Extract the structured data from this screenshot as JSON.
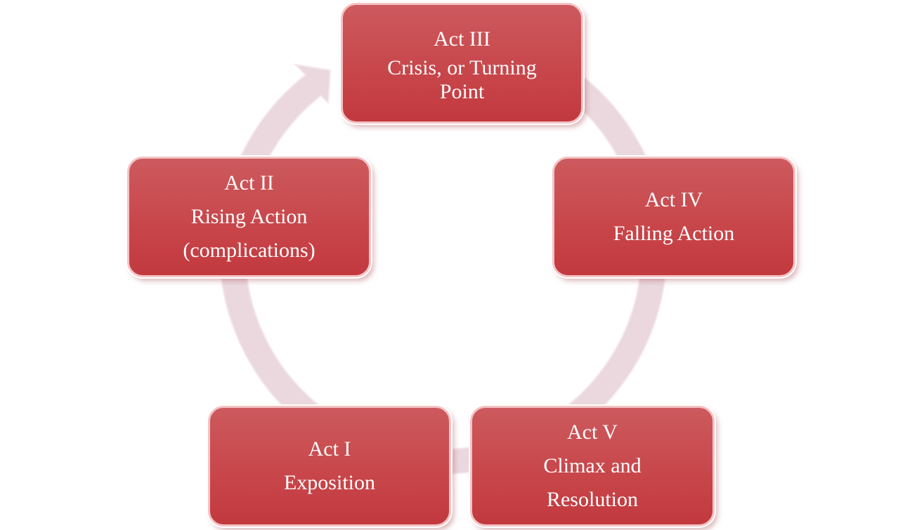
{
  "diagram": {
    "type": "cycle",
    "ring_color": "#ead8de",
    "box_color": "#c8474b",
    "box_border_color": "#f3c3c5",
    "text_color": "#ffffff",
    "nodes": [
      {
        "id": "act3",
        "lines": [
          "Act III",
          "Crisis, or Turning",
          "Point"
        ]
      },
      {
        "id": "act4",
        "lines": [
          "Act IV",
          "Falling Action"
        ]
      },
      {
        "id": "act5",
        "lines": [
          "Act V",
          "Climax and",
          "Resolution"
        ]
      },
      {
        "id": "act1",
        "lines": [
          "Act I",
          "Exposition"
        ]
      },
      {
        "id": "act2",
        "lines": [
          "Act II",
          "Rising Action",
          "(complications)"
        ]
      }
    ]
  }
}
